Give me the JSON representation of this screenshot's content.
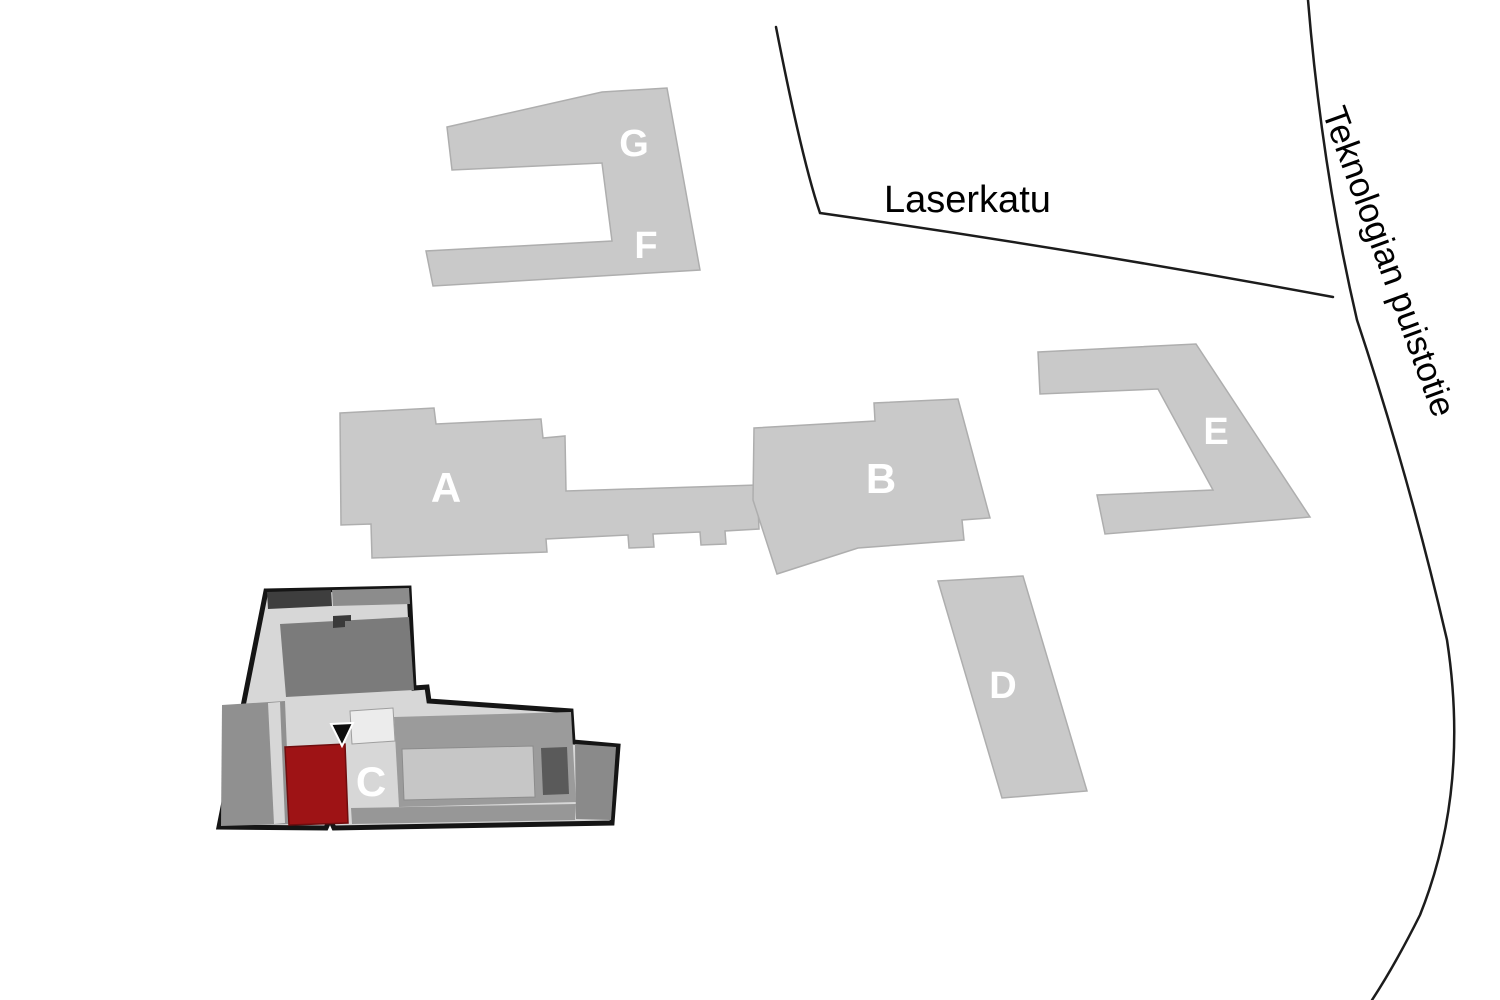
{
  "map": {
    "title": "campus-building-map",
    "streets": [
      {
        "name": "Laserkatu"
      },
      {
        "name": "Teknologian puistotie"
      }
    ],
    "buildings": [
      {
        "label": "G"
      },
      {
        "label": "F"
      },
      {
        "label": "A"
      },
      {
        "label": "B"
      },
      {
        "label": "D"
      },
      {
        "label": "E"
      },
      {
        "label": "C"
      }
    ],
    "highlight": {
      "building": "C",
      "marker_icon": "location-arrow-icon"
    },
    "colors": {
      "background": "#ffffff",
      "building_fill": "#c9c9c9",
      "building_stroke": "#aeaeae",
      "building_label": "#ffffff",
      "detail_outline": "#151515",
      "detail_base": "#d7d7d7",
      "detail_room": "#8c8c8c",
      "highlight_room": "#9e1315",
      "road": "#1c1c1c",
      "street_text": "#000000"
    }
  }
}
